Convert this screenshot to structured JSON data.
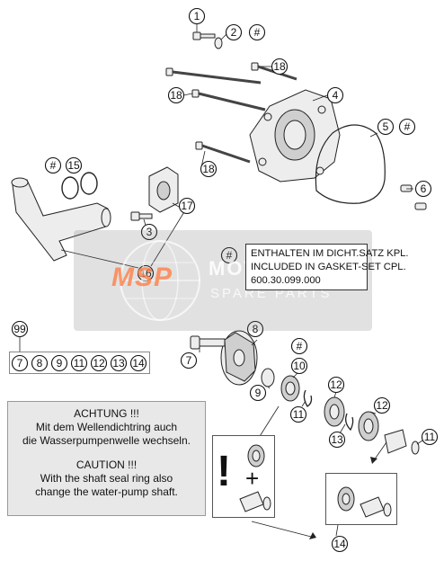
{
  "callouts": {
    "c1": "1",
    "c2": "2",
    "c2hash": "#",
    "c18a": "18",
    "c4": "4",
    "c18b": "18",
    "c5": "5",
    "c5hash": "#",
    "c18c": "18",
    "c6": "6",
    "c15hash": "#",
    "c15": "15",
    "c17": "17",
    "c3": "3",
    "c16": "16",
    "c8": "8",
    "c10hash": "#",
    "c10": "10",
    "c7": "7",
    "c9": "9",
    "c11a": "11",
    "c12a": "12",
    "c12b": "12",
    "c13": "13",
    "c11b": "11",
    "c14": "14",
    "c99": "99",
    "note_hash": "#"
  },
  "kit": {
    "items": [
      "7",
      "8",
      "9",
      "11",
      "12",
      "13",
      "14"
    ]
  },
  "note": {
    "line1": "ENTHALTEN IM DICHT.SATZ KPL.",
    "line2": "INCLUDED IN GASKET-SET CPL.",
    "line3": "600.30.099.000"
  },
  "caution": {
    "de_title": "ACHTUNG !!!",
    "de_line1": "Mit dem Wellendichtring auch",
    "de_line2": "die Wasserpumpenwelle wechseln.",
    "en_title": "CAUTION !!!",
    "en_line1": "With the shaft seal ring also",
    "en_line2": "change the water-pump shaft."
  },
  "inset": {
    "exclaim": "!",
    "plus": "+"
  },
  "watermark": {
    "logo": "MSP",
    "brand": "MOTORCYCLE",
    "sub": "SPARE PARTS"
  }
}
